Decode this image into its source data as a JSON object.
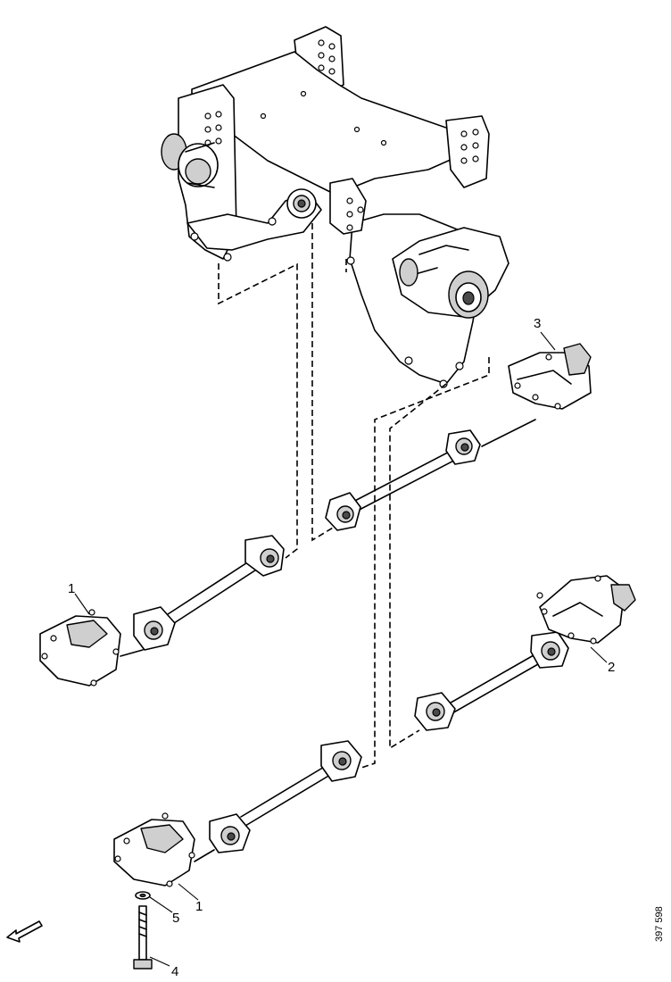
{
  "callouts": {
    "item_3": "3",
    "item_1_left": "1",
    "item_2": "2",
    "item_1_bottom": "1",
    "item_5": "5",
    "item_4": "4"
  },
  "reference_number": "397 598",
  "icons": {
    "direction_arrow": "front-direction-arrow-icon"
  }
}
